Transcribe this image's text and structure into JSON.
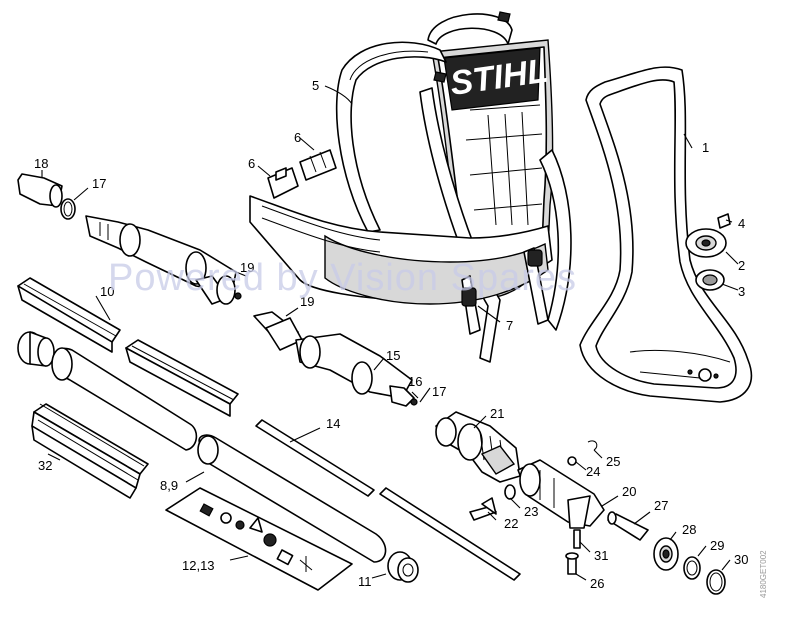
{
  "diagram": {
    "watermark": "Powered by Vision Spares",
    "brand_logo": "STIHL",
    "side_code": "4180GET002",
    "callouts": [
      "1",
      "2",
      "3",
      "4",
      "5",
      "6",
      "6",
      "7",
      "8,9",
      "10",
      "11",
      "12,13",
      "14",
      "15",
      "16",
      "17",
      "17",
      "18",
      "19",
      "19",
      "20",
      "21",
      "22",
      "23",
      "24",
      "25",
      "26",
      "27",
      "28",
      "29",
      "30",
      "31",
      "32"
    ]
  }
}
